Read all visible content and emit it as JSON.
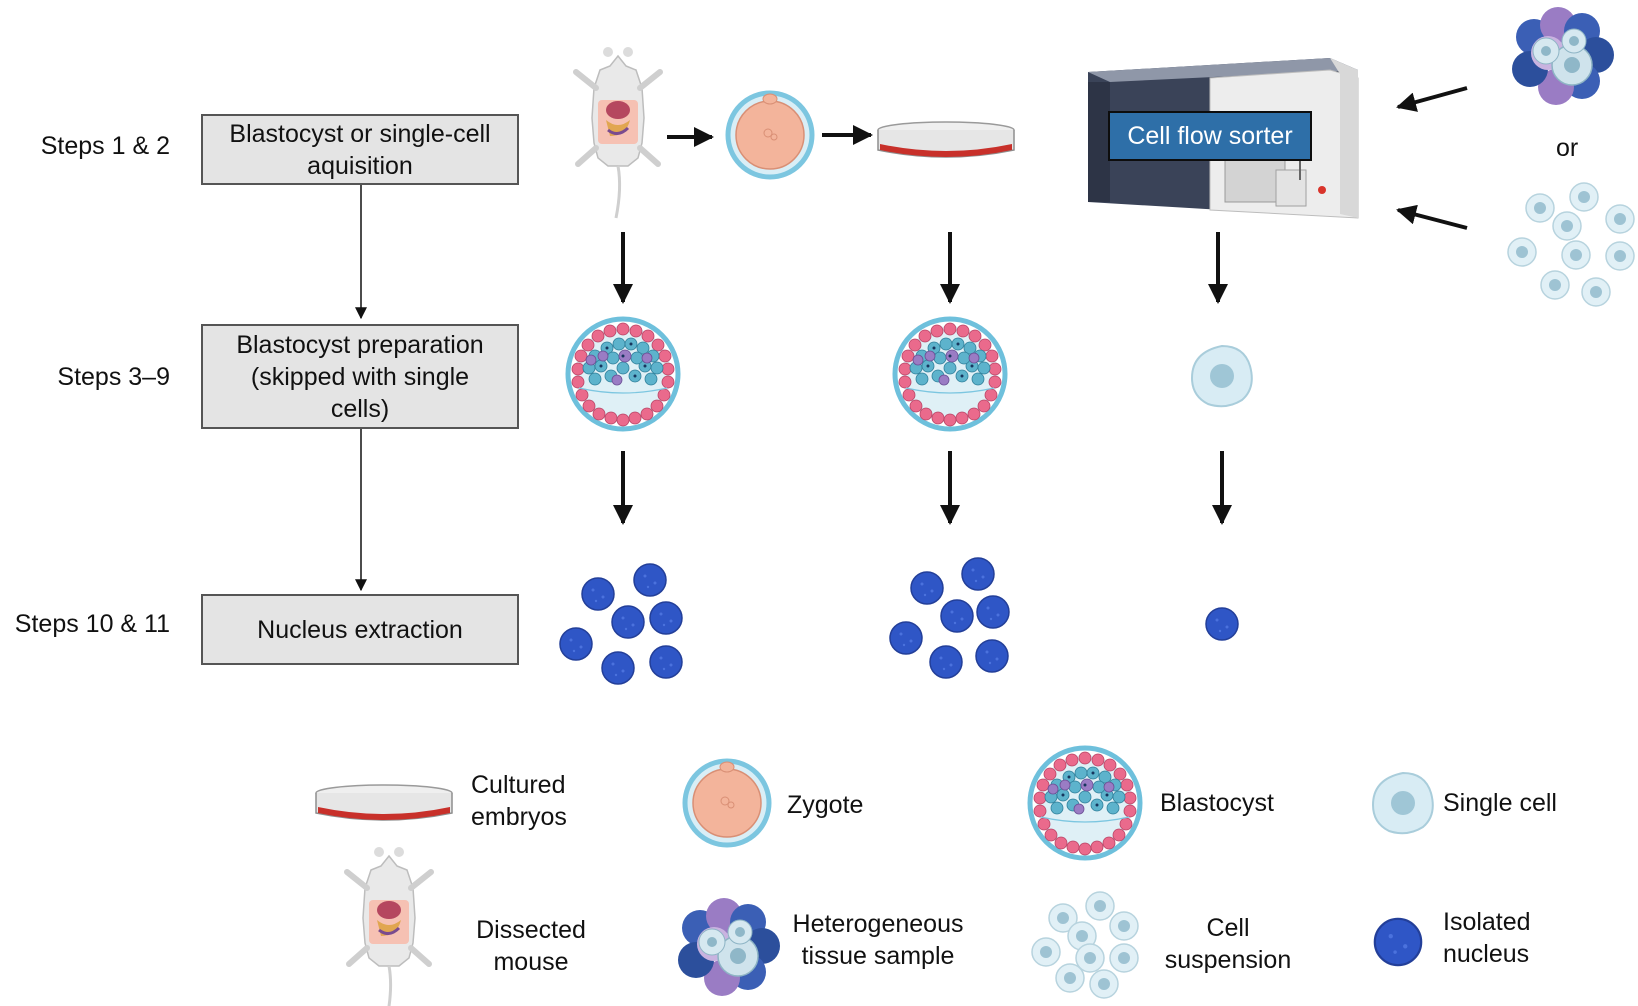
{
  "steps": [
    {
      "label": "Steps 1 & 2",
      "box": [
        "Blastocyst or single-cell",
        "aquisition"
      ]
    },
    {
      "label": "Steps 3–9",
      "box": [
        "Blastocyst preparation",
        "(skipped with single",
        "cells)"
      ]
    },
    {
      "label": "Steps 10 & 11",
      "box": [
        "Nucleus extraction"
      ]
    }
  ],
  "sorter": {
    "label": "Cell flow sorter"
  },
  "or_text": "or",
  "legend": {
    "cultured": [
      "Cultured",
      "embryos"
    ],
    "zygote": "Zygote",
    "blastocyst": "Blastocyst",
    "single_cell": "Single cell",
    "mouse": [
      "Dissected",
      "mouse"
    ],
    "tissue": [
      "Heterogeneous",
      "tissue sample"
    ],
    "suspension": [
      "Cell",
      "suspension"
    ],
    "nucleus": [
      "Isolated",
      "nucleus"
    ]
  },
  "colors": {
    "nucleus_blue": "#2f56c6",
    "zygote_fill": "#f3b49b",
    "zona_blue": "#7cc6e0",
    "dish_red": "#c8302a",
    "sorter_body": "#3a4358",
    "box_fill": "#e4e4e4",
    "pink_cell": "#ea6a8c",
    "teal_cell": "#5db3cc",
    "purple_cell": "#9a7cc4",
    "pale_cell": "#d8ecf4"
  }
}
